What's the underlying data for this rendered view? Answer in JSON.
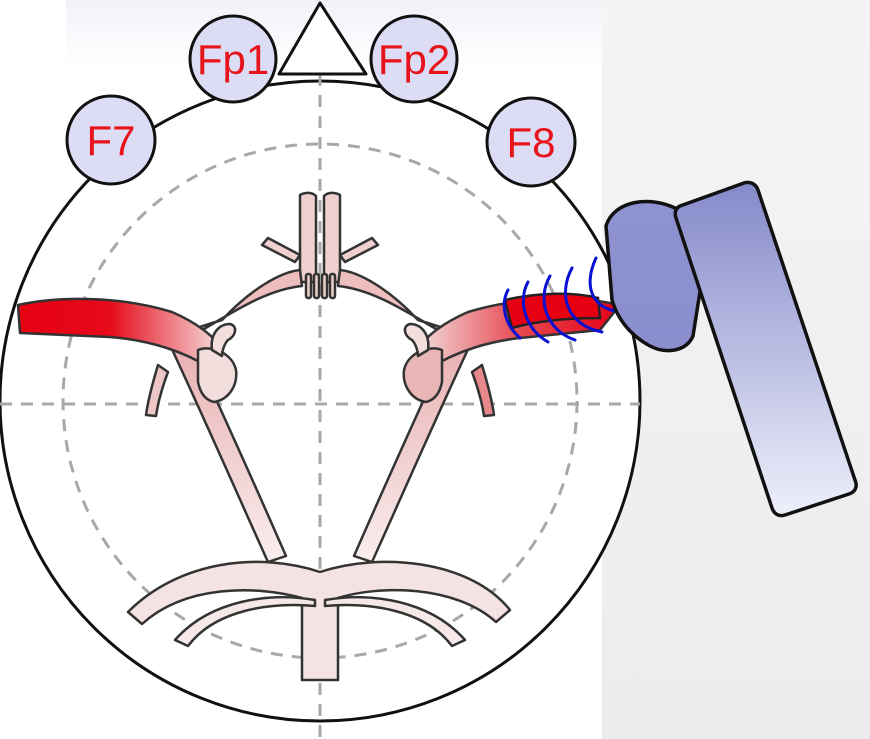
{
  "electrodes": {
    "fp1": "Fp1",
    "fp2": "Fp2",
    "f7": "F7",
    "f8": "F8"
  },
  "colors": {
    "electrode_fill": "#dcdcf5",
    "electrode_label": "#e8141c",
    "artery_light": "#f7e6e6",
    "artery_mid": "#e9a9a9",
    "insonated_artery": "#e60012",
    "ultrasound_waves": "#0a10d2",
    "probe": "#8b8fcf",
    "guide_lines": "#a8a8a8",
    "outline": "#111111"
  },
  "icons": {
    "nose": "triangle-nose-icon",
    "probe": "ultrasound-probe-icon",
    "waves": "ultrasound-wave-icon"
  }
}
